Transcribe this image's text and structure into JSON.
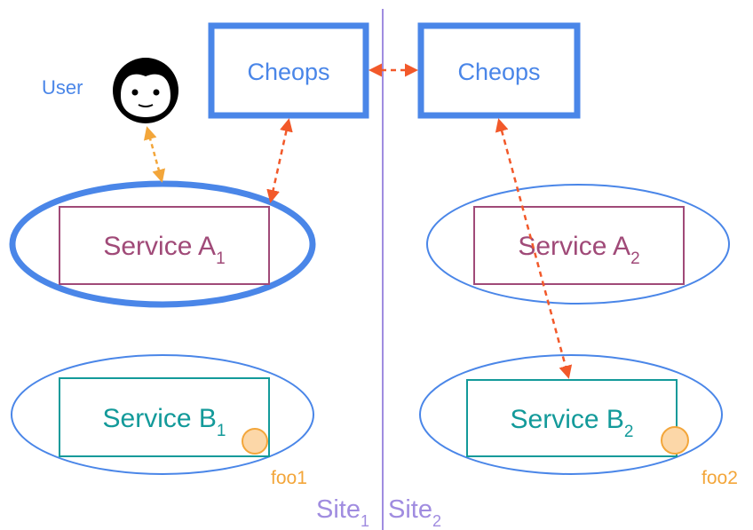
{
  "labels": {
    "user": "User",
    "cheops_left": "Cheops",
    "cheops_right": "Cheops",
    "service_a1_main": "Service A",
    "service_a1_sub": "1",
    "service_a2_main": "Service A",
    "service_a2_sub": "2",
    "service_b1_main": "Service B",
    "service_b1_sub": "1",
    "service_b2_main": "Service B",
    "service_b2_sub": "2",
    "foo1": "foo1",
    "foo2": "foo2",
    "site1_main": "Site",
    "site1_sub": "1",
    "site2_main": "Site",
    "site2_sub": "2"
  },
  "colors": {
    "blue": "#4a86e8",
    "purple_line": "#a08ce0",
    "service_a": "#a04a78",
    "service_b": "#139a9a",
    "arrow_red": "#f2592a",
    "arrow_orange": "#f3a63a",
    "foo": "#f3a63a",
    "foo_fill": "#fcd7a8"
  },
  "icons": {
    "user": "user-face-icon"
  }
}
